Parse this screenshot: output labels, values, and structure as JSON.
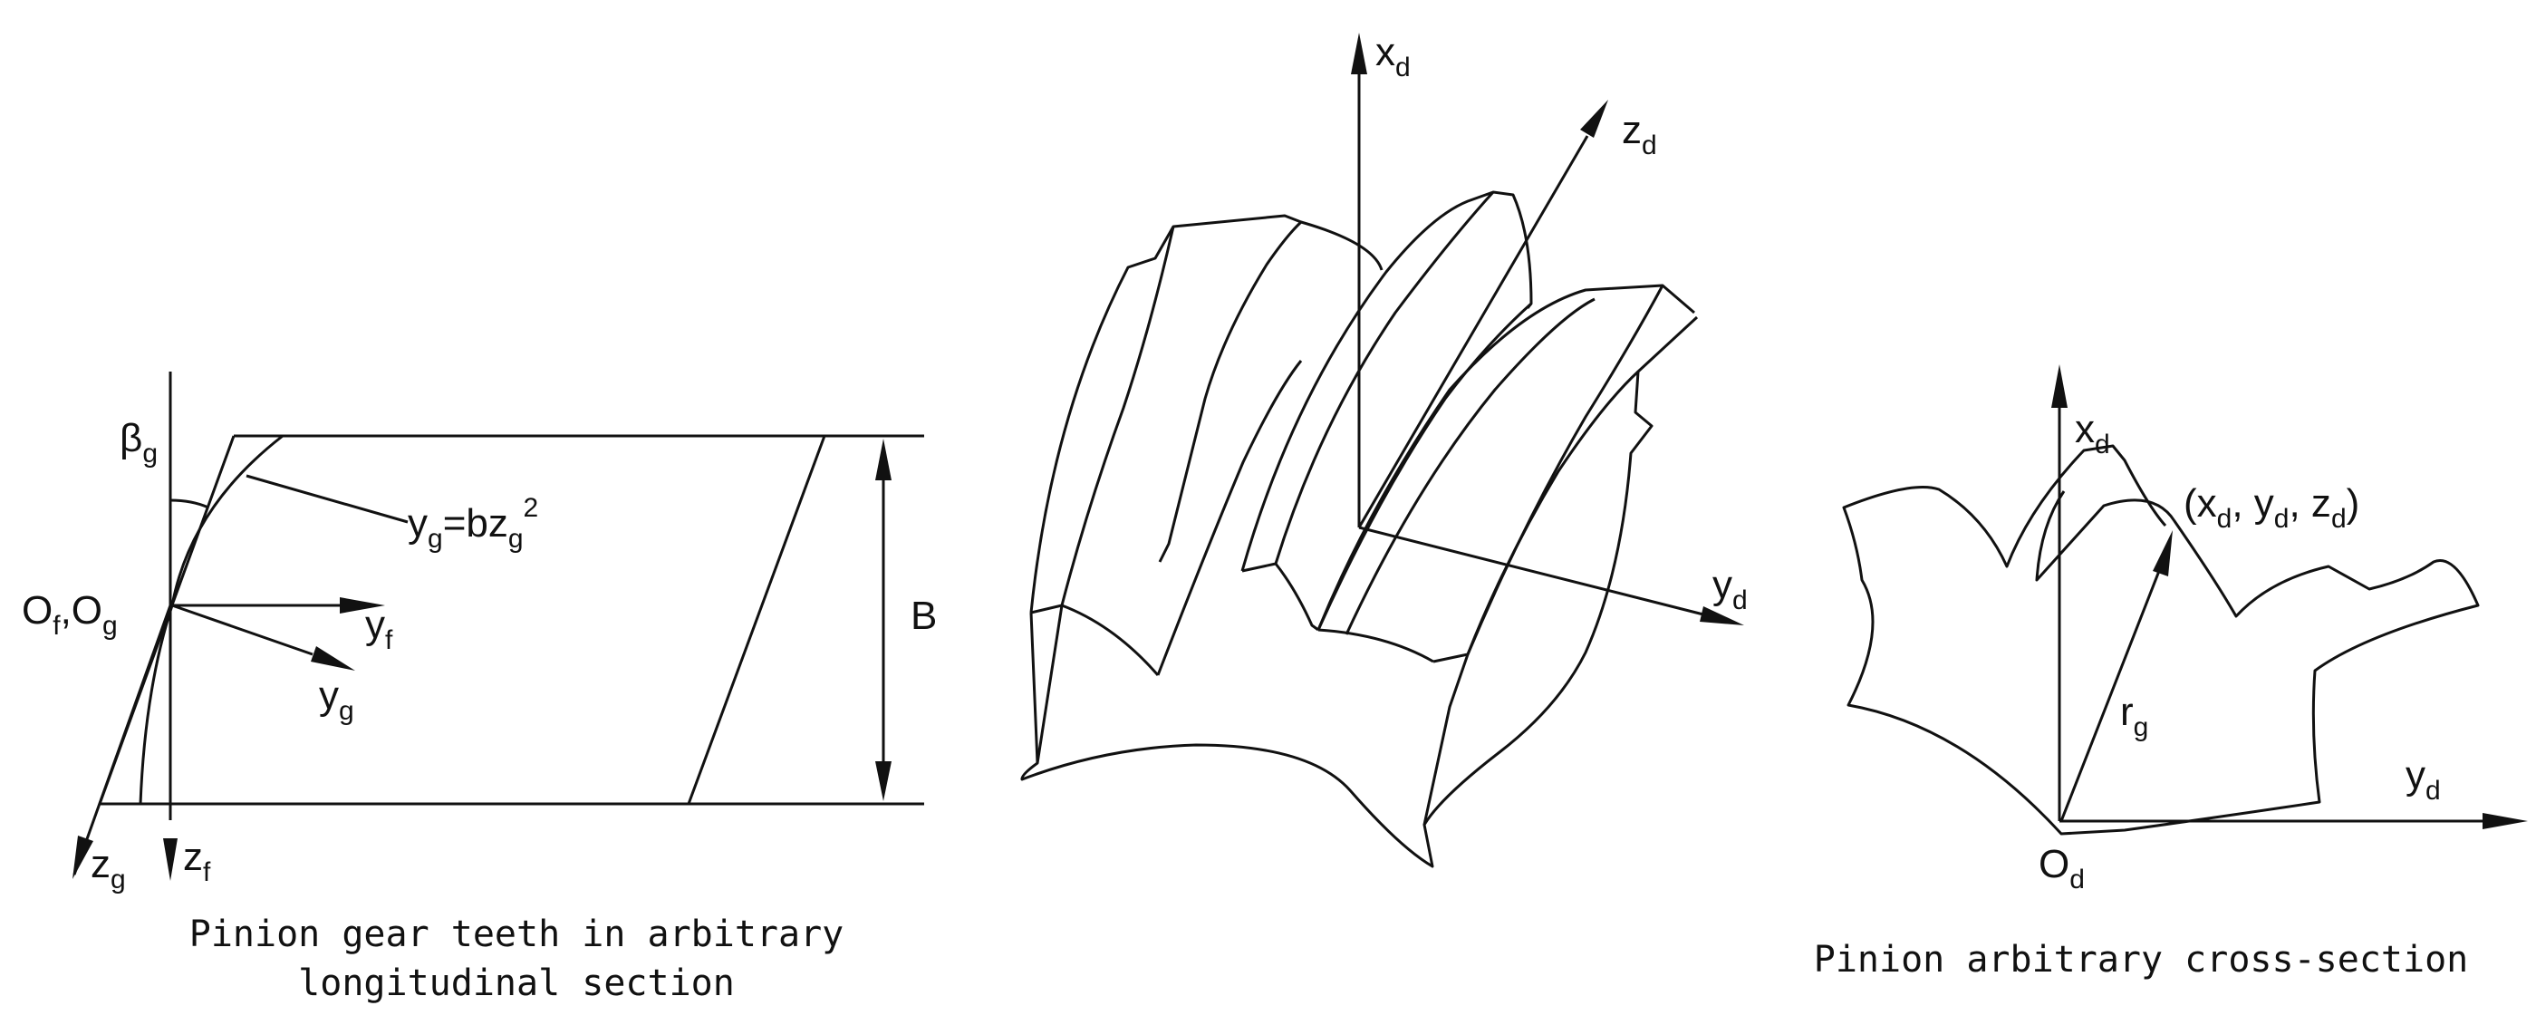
{
  "left_panel": {
    "beta_label": "β",
    "beta_sub": "g",
    "equation_main": "y",
    "equation_sub": "g",
    "equation_mid": "=bz",
    "equation_sub2": "g",
    "equation_sup": "2",
    "origin_label_1": "O",
    "origin_sub_1": "f",
    "origin_sep": ",O",
    "origin_sub_2": "g",
    "yf_label": "y",
    "yf_sub": "f",
    "yg_label": "y",
    "yg_sub": "g",
    "zg_label": "z",
    "zg_sub": "g",
    "zf_label": "z",
    "zf_sub": "f",
    "width_label": "B",
    "caption_line1": "Pinion gear teeth in arbitrary",
    "caption_line2": "longitudinal section"
  },
  "middle_panel": {
    "xd_label": "x",
    "xd_sub": "d",
    "zd_label": "z",
    "zd_sub": "d",
    "yd_label": "y",
    "yd_sub": "d"
  },
  "right_panel": {
    "xd_label": "x",
    "xd_sub": "d",
    "point_open": "(x",
    "point_sub1": "d",
    "point_mid1": ", y",
    "point_sub2": "d",
    "point_mid2": ", z",
    "point_sub3": "d",
    "point_close": ")",
    "r_label": "r",
    "r_sub": "g",
    "yd_label": "y",
    "yd_sub": "d",
    "origin_label": "O",
    "origin_sub": "d",
    "caption": "Pinion arbitrary cross-section"
  }
}
